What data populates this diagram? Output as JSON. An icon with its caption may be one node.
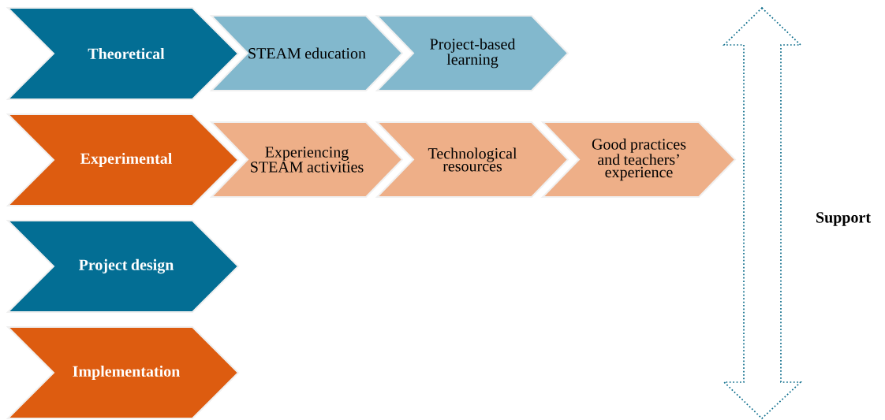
{
  "diagram": {
    "nodes": [
      {
        "text": [
          "Theoretical"
        ]
      },
      {
        "text": [
          "STEAM education"
        ]
      },
      {
        "text": [
          "Project-based learning"
        ]
      },
      {
        "text": [
          "Experimental"
        ]
      },
      {
        "text": [
          "Experiencing STEAM activities"
        ]
      },
      {
        "text": [
          "Technological resources"
        ]
      },
      {
        "text": [
          "Good practices and teachers’ experience"
        ]
      },
      {
        "text": [
          "Project design"
        ]
      },
      {
        "text": [
          "Implementation"
        ]
      }
    ],
    "labels": [
      "Support"
    ]
  }
}
